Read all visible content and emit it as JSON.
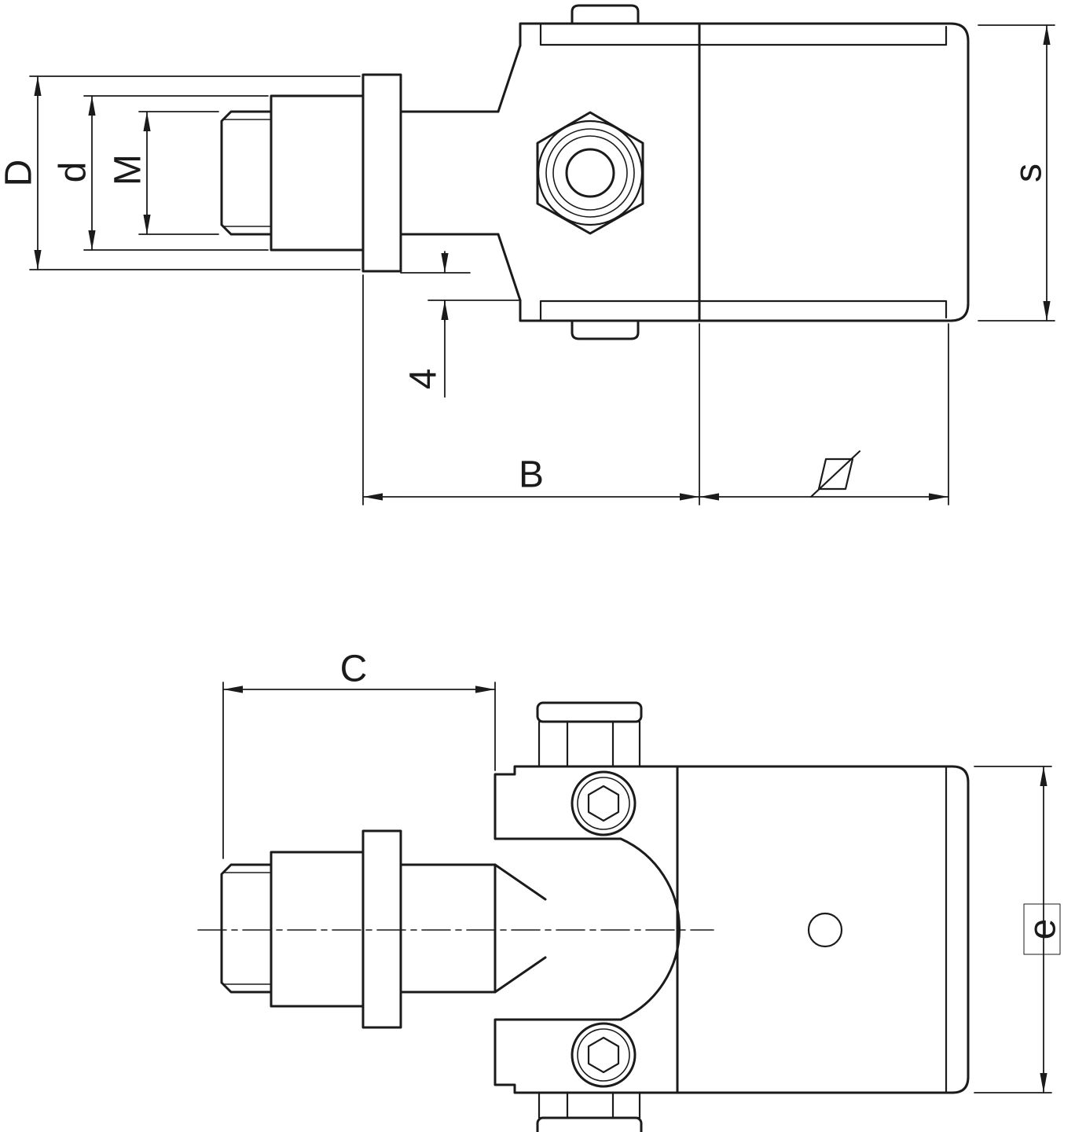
{
  "drawing": {
    "background": "#ffffff",
    "line_color": "#1b1b1b"
  },
  "dimensions": {
    "D": "D",
    "d": "d",
    "M": "M",
    "offset_4": "4",
    "B": "B",
    "diameter_symbol": "⌀",
    "s": "s",
    "C": "C",
    "e": "e"
  }
}
